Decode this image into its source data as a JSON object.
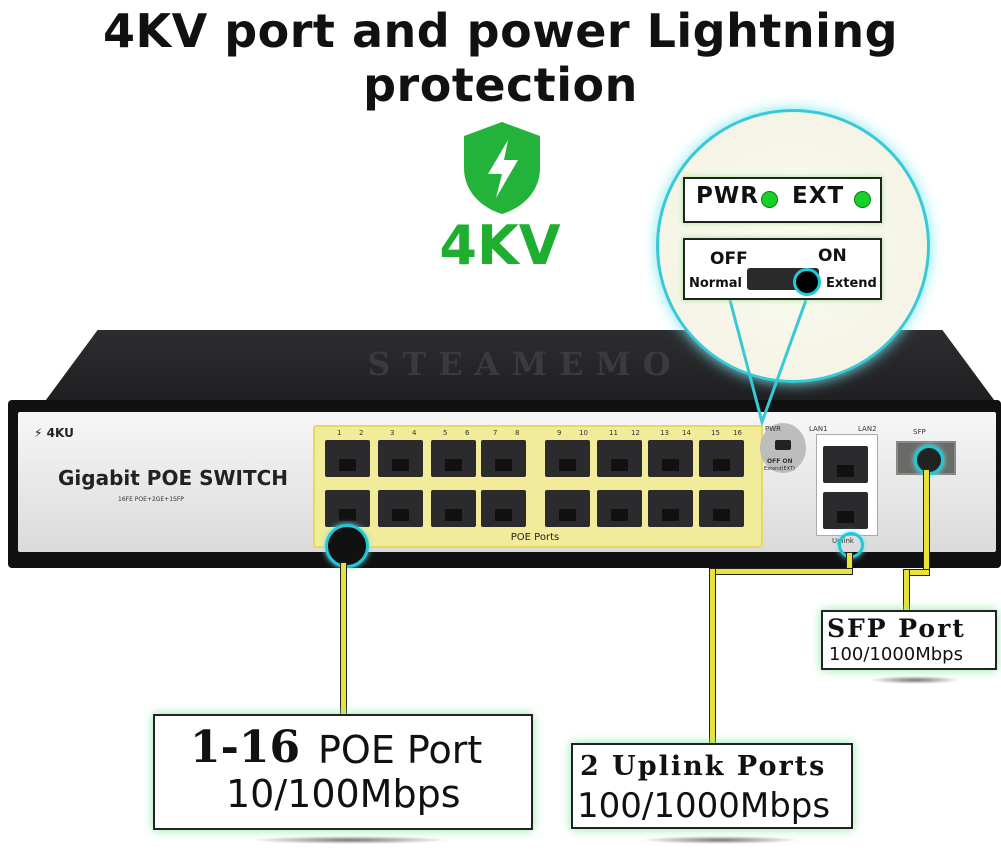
{
  "headline": "4KV port and power Lightning protection",
  "protection_label": "4KV",
  "icons": {
    "shield": "lightning-shield-icon",
    "lightning": "lightning-icon"
  },
  "colors": {
    "accent_green": "#1fae2f",
    "callout_cyan": "#22c7d6",
    "callout_line": "#e9e23a"
  },
  "device": {
    "brand": "STEAMEMO",
    "badge": "4KU",
    "model": "Gigabit POE SWITCH",
    "spec": "16FE POE+2GE+1SFP",
    "poe_ports_label": "POE  Ports",
    "port_numbers": [
      "1",
      "2",
      "3",
      "4",
      "5",
      "6",
      "7",
      "8",
      "9",
      "10",
      "11",
      "12",
      "13",
      "14",
      "15",
      "16"
    ],
    "pwr_small": "PWR",
    "dip_small": "OFF ON",
    "dip_small2": "Extend(EXT)",
    "lan1": "LAN1",
    "lan2": "LAN2",
    "uplink_small": "Uplink",
    "sfp_small": "SFP"
  },
  "zoom": {
    "pwr": "PWR",
    "ext": "EXT",
    "off": "OFF",
    "on": "ON",
    "normal": "Normal",
    "extend": "Extend"
  },
  "callouts": {
    "poe": {
      "count": "1-16",
      "title": "POE Port",
      "speed": "10/100Mbps"
    },
    "uplink": {
      "title": "2 Uplink Ports",
      "speed": "100/1000Mbps"
    },
    "sfp": {
      "title": "SFP Port",
      "speed": "100/1000Mbps"
    }
  }
}
